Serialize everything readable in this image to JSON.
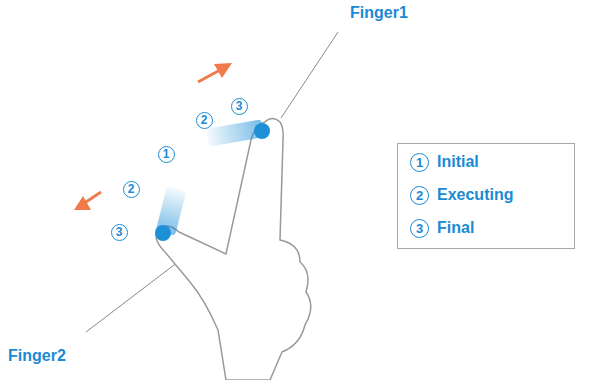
{
  "diagram": {
    "labels": [
      "Finger1",
      "Finger2",
      "2",
      "3",
      "1",
      "2",
      "3",
      "1",
      "2",
      "3"
    ],
    "legend": [
      {
        "text": "Initial"
      },
      {
        "text": "Executing"
      },
      {
        "text": "Final"
      }
    ]
  }
}
